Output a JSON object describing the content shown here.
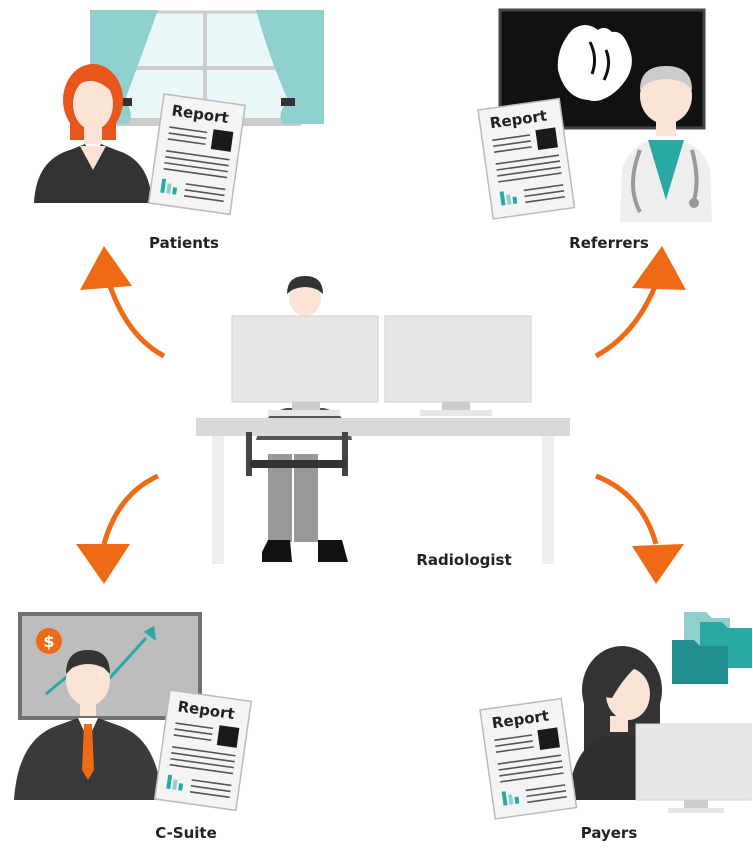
{
  "labels": {
    "patients": "Patients",
    "referrers": "Referrers",
    "radiologist": "Radiologist",
    "c_suite": "C-Suite",
    "payers": "Payers"
  },
  "report": {
    "title": "Report"
  },
  "icons": {
    "currency": "$"
  },
  "colors": {
    "arrow": "#ee6a15",
    "teal": "#2aa8a6",
    "teal_light": "#8fd0cf",
    "hair_orange": "#e9561b",
    "dark": "#333333",
    "skin": "#fbe3d6",
    "monitor": "#e6e6e6",
    "desk": "#d9d9d9"
  }
}
